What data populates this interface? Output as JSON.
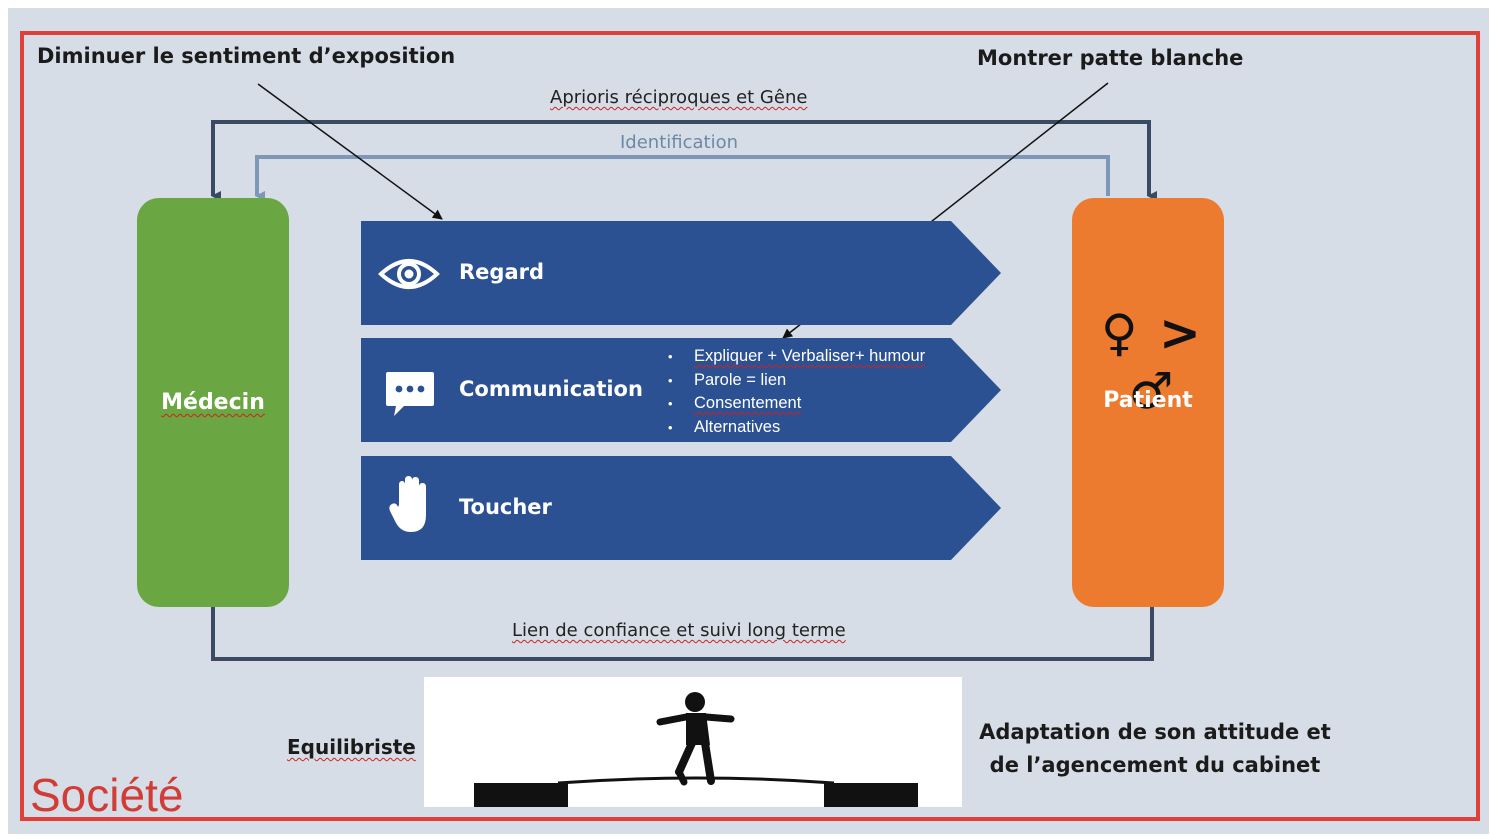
{
  "annotations": {
    "top_left": "Diminuer le sentiment d’exposition",
    "top_right": "Montrer patte blanche"
  },
  "loops": {
    "top": "Aprioris réciproques et Gêne",
    "identification": "Identification",
    "bottom": "Lien de confiance et suivi long terme"
  },
  "actors": {
    "left": "Médecin",
    "right": "Patient",
    "right_symbols": "♀ > ♂"
  },
  "chevrons": [
    {
      "title": "Regard",
      "icon": "eye-icon"
    },
    {
      "title": "Communication",
      "icon": "speech-bubble-icon",
      "bullets": [
        "Expliquer + Verbaliser+ humour",
        "Parole = lien",
        "Consentement",
        "Alternatives"
      ]
    },
    {
      "title": "Toucher",
      "icon": "hand-icon"
    }
  ],
  "bottom": {
    "left_label": "Equilibriste",
    "right_label": "Adaptation de son attitude et de l’agencement du cabinet",
    "image": "tightrope-walker-illustration"
  },
  "frame_label": "Société",
  "colors": {
    "background": "#d6dde6",
    "frame": "#e0403a",
    "medecin": "#6aa641",
    "patient": "#ec7a2f",
    "chevron": "#2b5192",
    "loop_dark": "#3b4a63",
    "loop_light": "#7d97b8"
  }
}
